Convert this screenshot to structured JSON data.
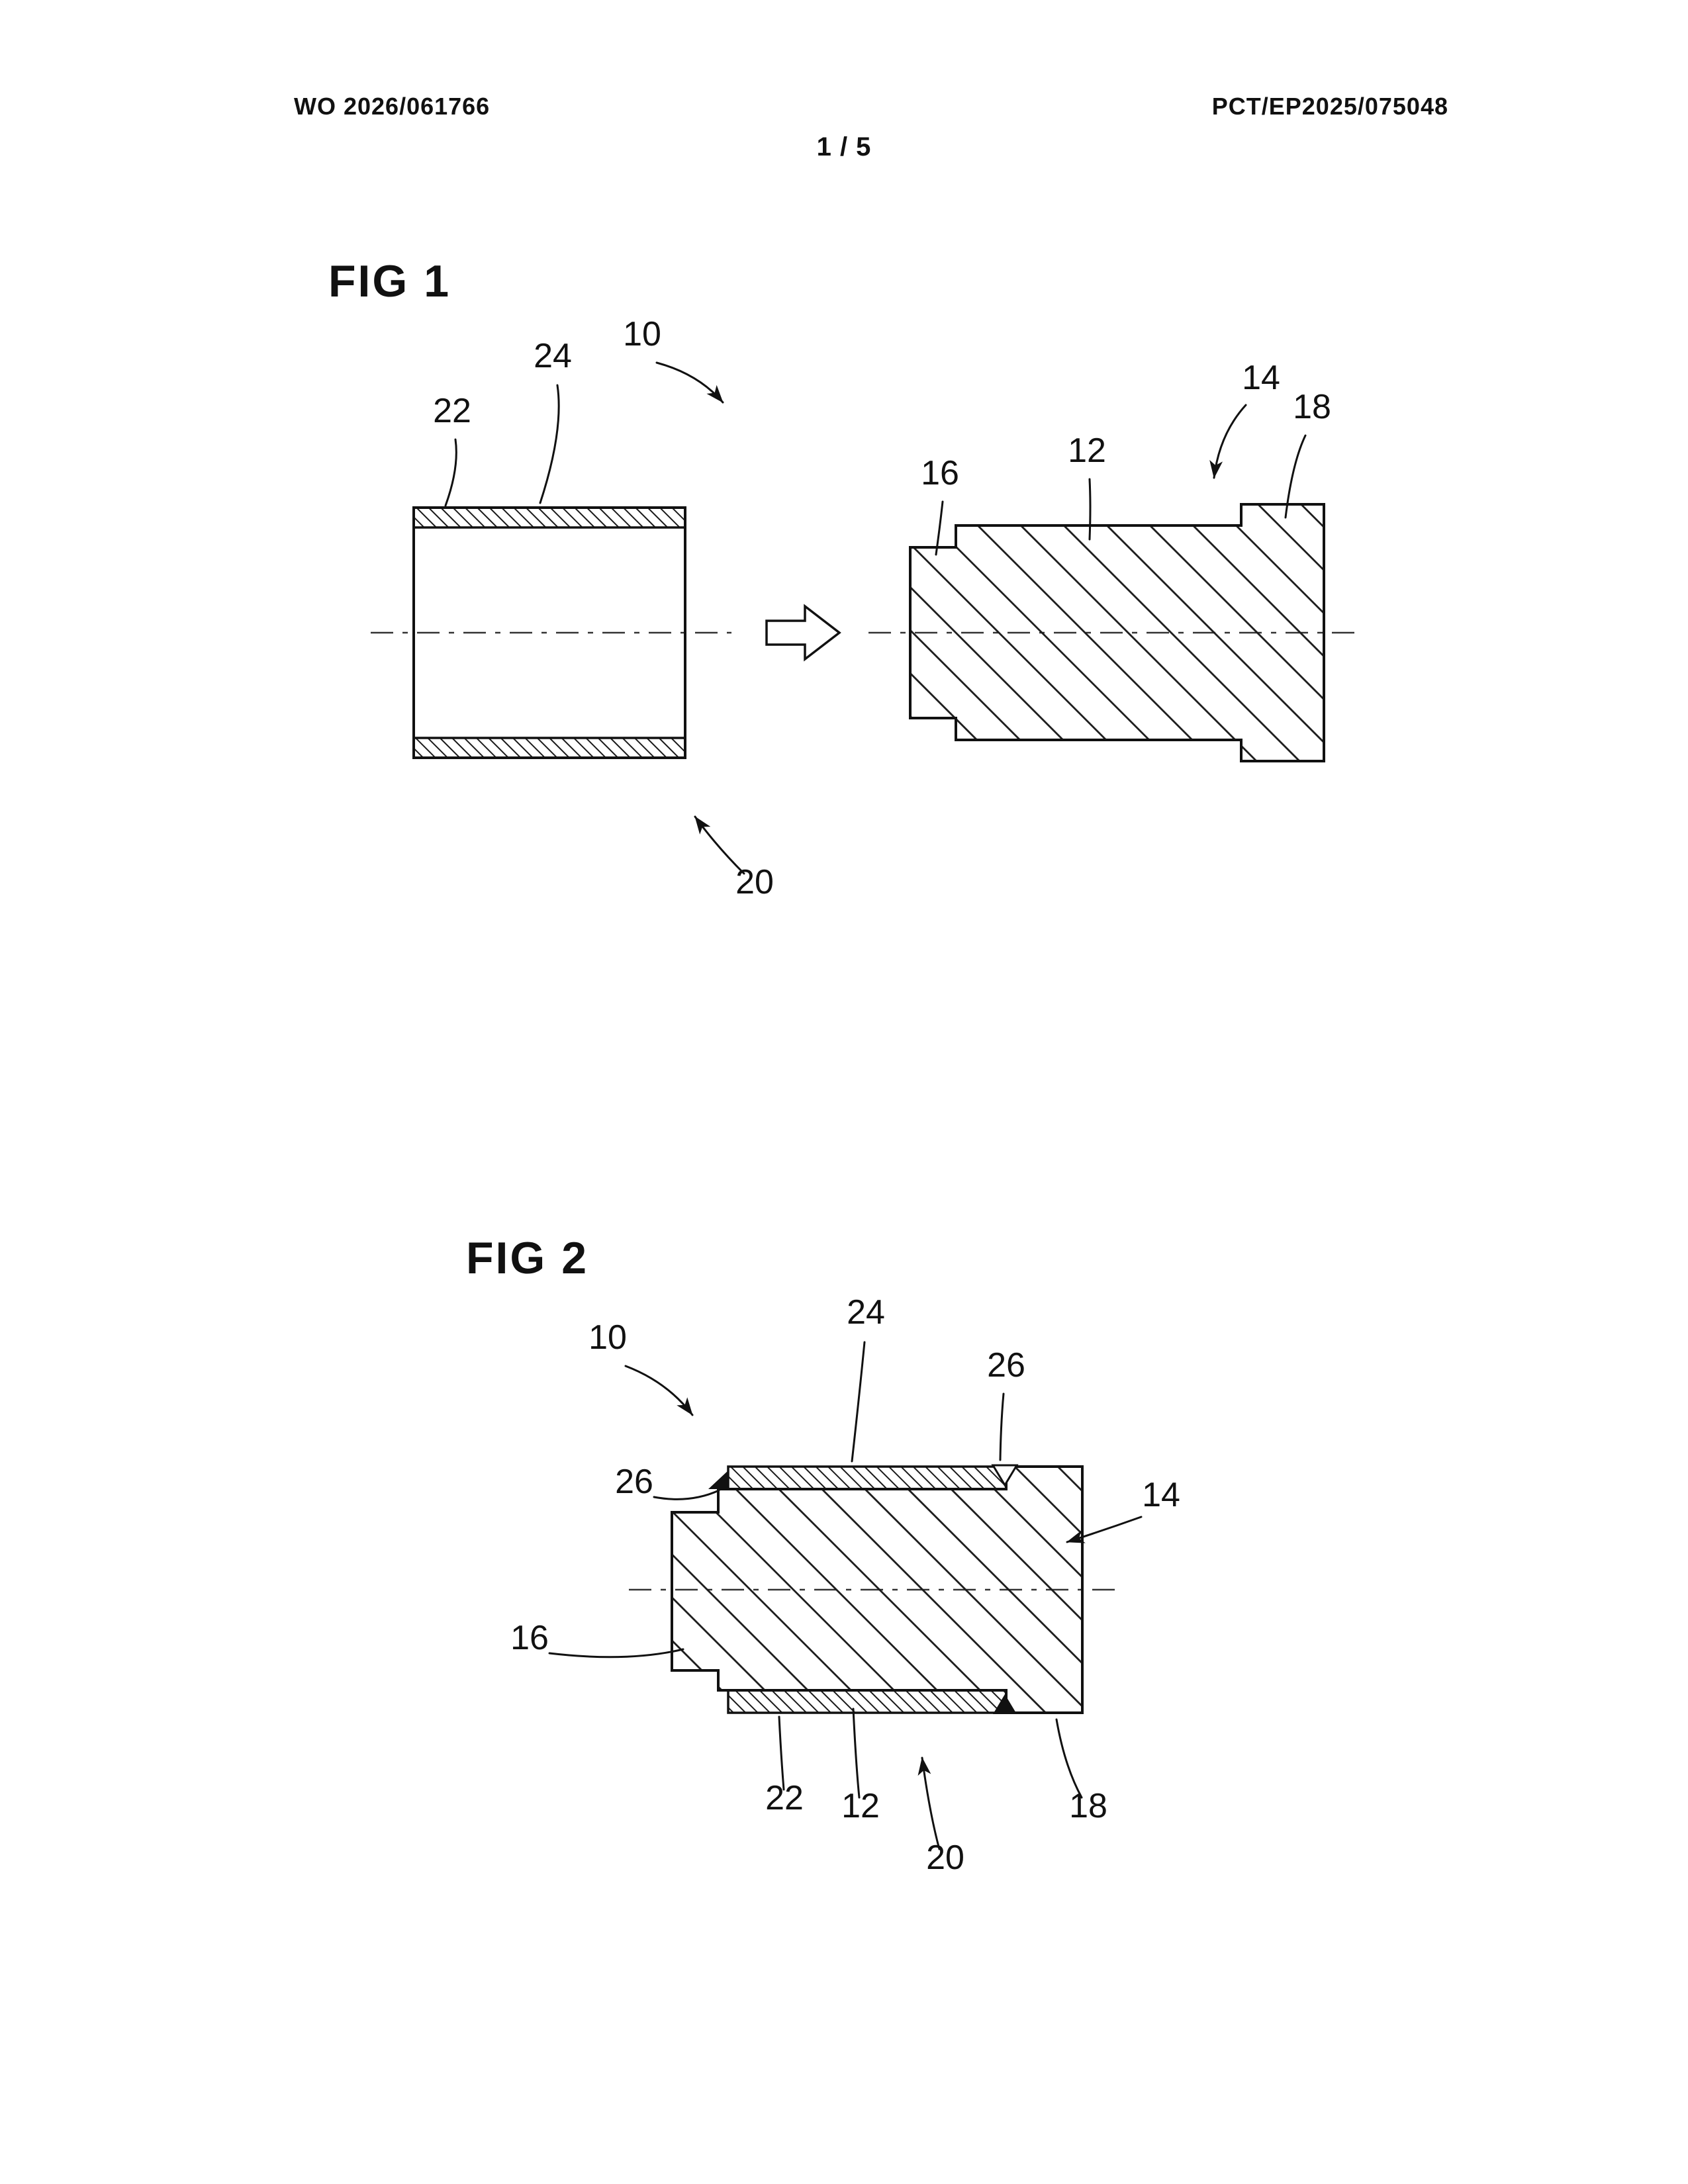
{
  "header": {
    "publication_number": "WO 2026/061766",
    "application_number": "PCT/EP2025/075048",
    "page_indicator": "1 / 5"
  },
  "fig1": {
    "title": "FIG 1",
    "labels": {
      "n10": "10",
      "n22": "22",
      "n24": "24",
      "n20": "20",
      "n16": "16",
      "n12": "12",
      "n14": "14",
      "n18": "18"
    }
  },
  "fig2": {
    "title": "FIG 2",
    "labels": {
      "n10": "10",
      "n24": "24",
      "n26_top": "26",
      "n26_left": "26",
      "n14": "14",
      "n16": "16",
      "n22": "22",
      "n12": "12",
      "n20": "20",
      "n18": "18"
    }
  }
}
